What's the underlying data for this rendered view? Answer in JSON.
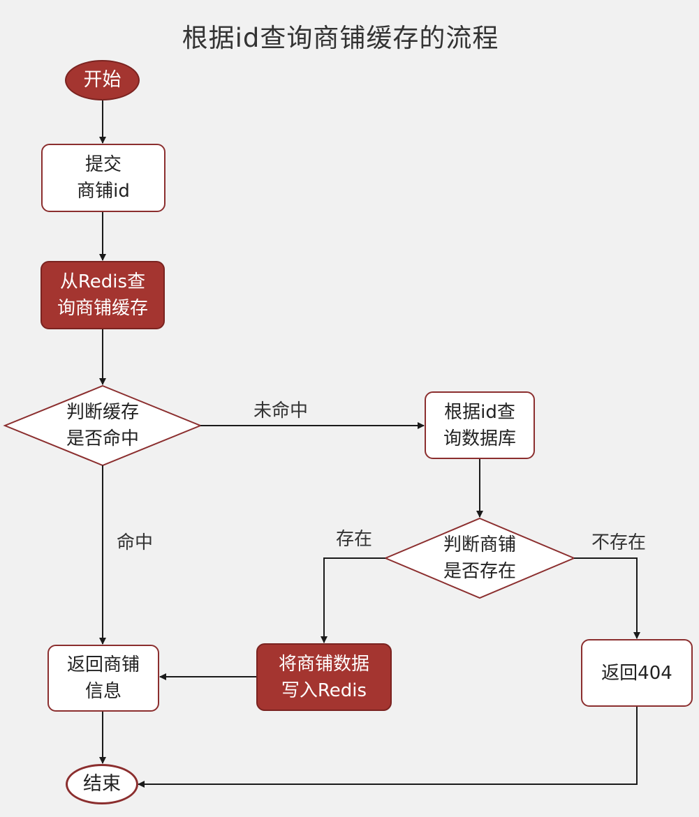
{
  "title": "根据id查询商铺缓存的流程",
  "nodes": {
    "start": "开始",
    "submit": "提交\n商铺id",
    "query_redis": "从Redis查\n询商铺缓存",
    "check_hit": "判断缓存\n是否命中",
    "query_db": "根据id查\n询数据库",
    "check_exists": "判断商铺\n是否存在",
    "write_redis": "将商铺数据\n写入Redis",
    "return_info": "返回商铺\n信息",
    "return_404": "返回404",
    "end": "结束"
  },
  "edges": {
    "miss": "未命中",
    "hit": "命中",
    "exists": "存在",
    "not_exists": "不存在"
  },
  "colors": {
    "accent": "#a43530",
    "border": "#8b2e2e",
    "line": "#1a1a1a",
    "background": "#f1f1f1"
  }
}
